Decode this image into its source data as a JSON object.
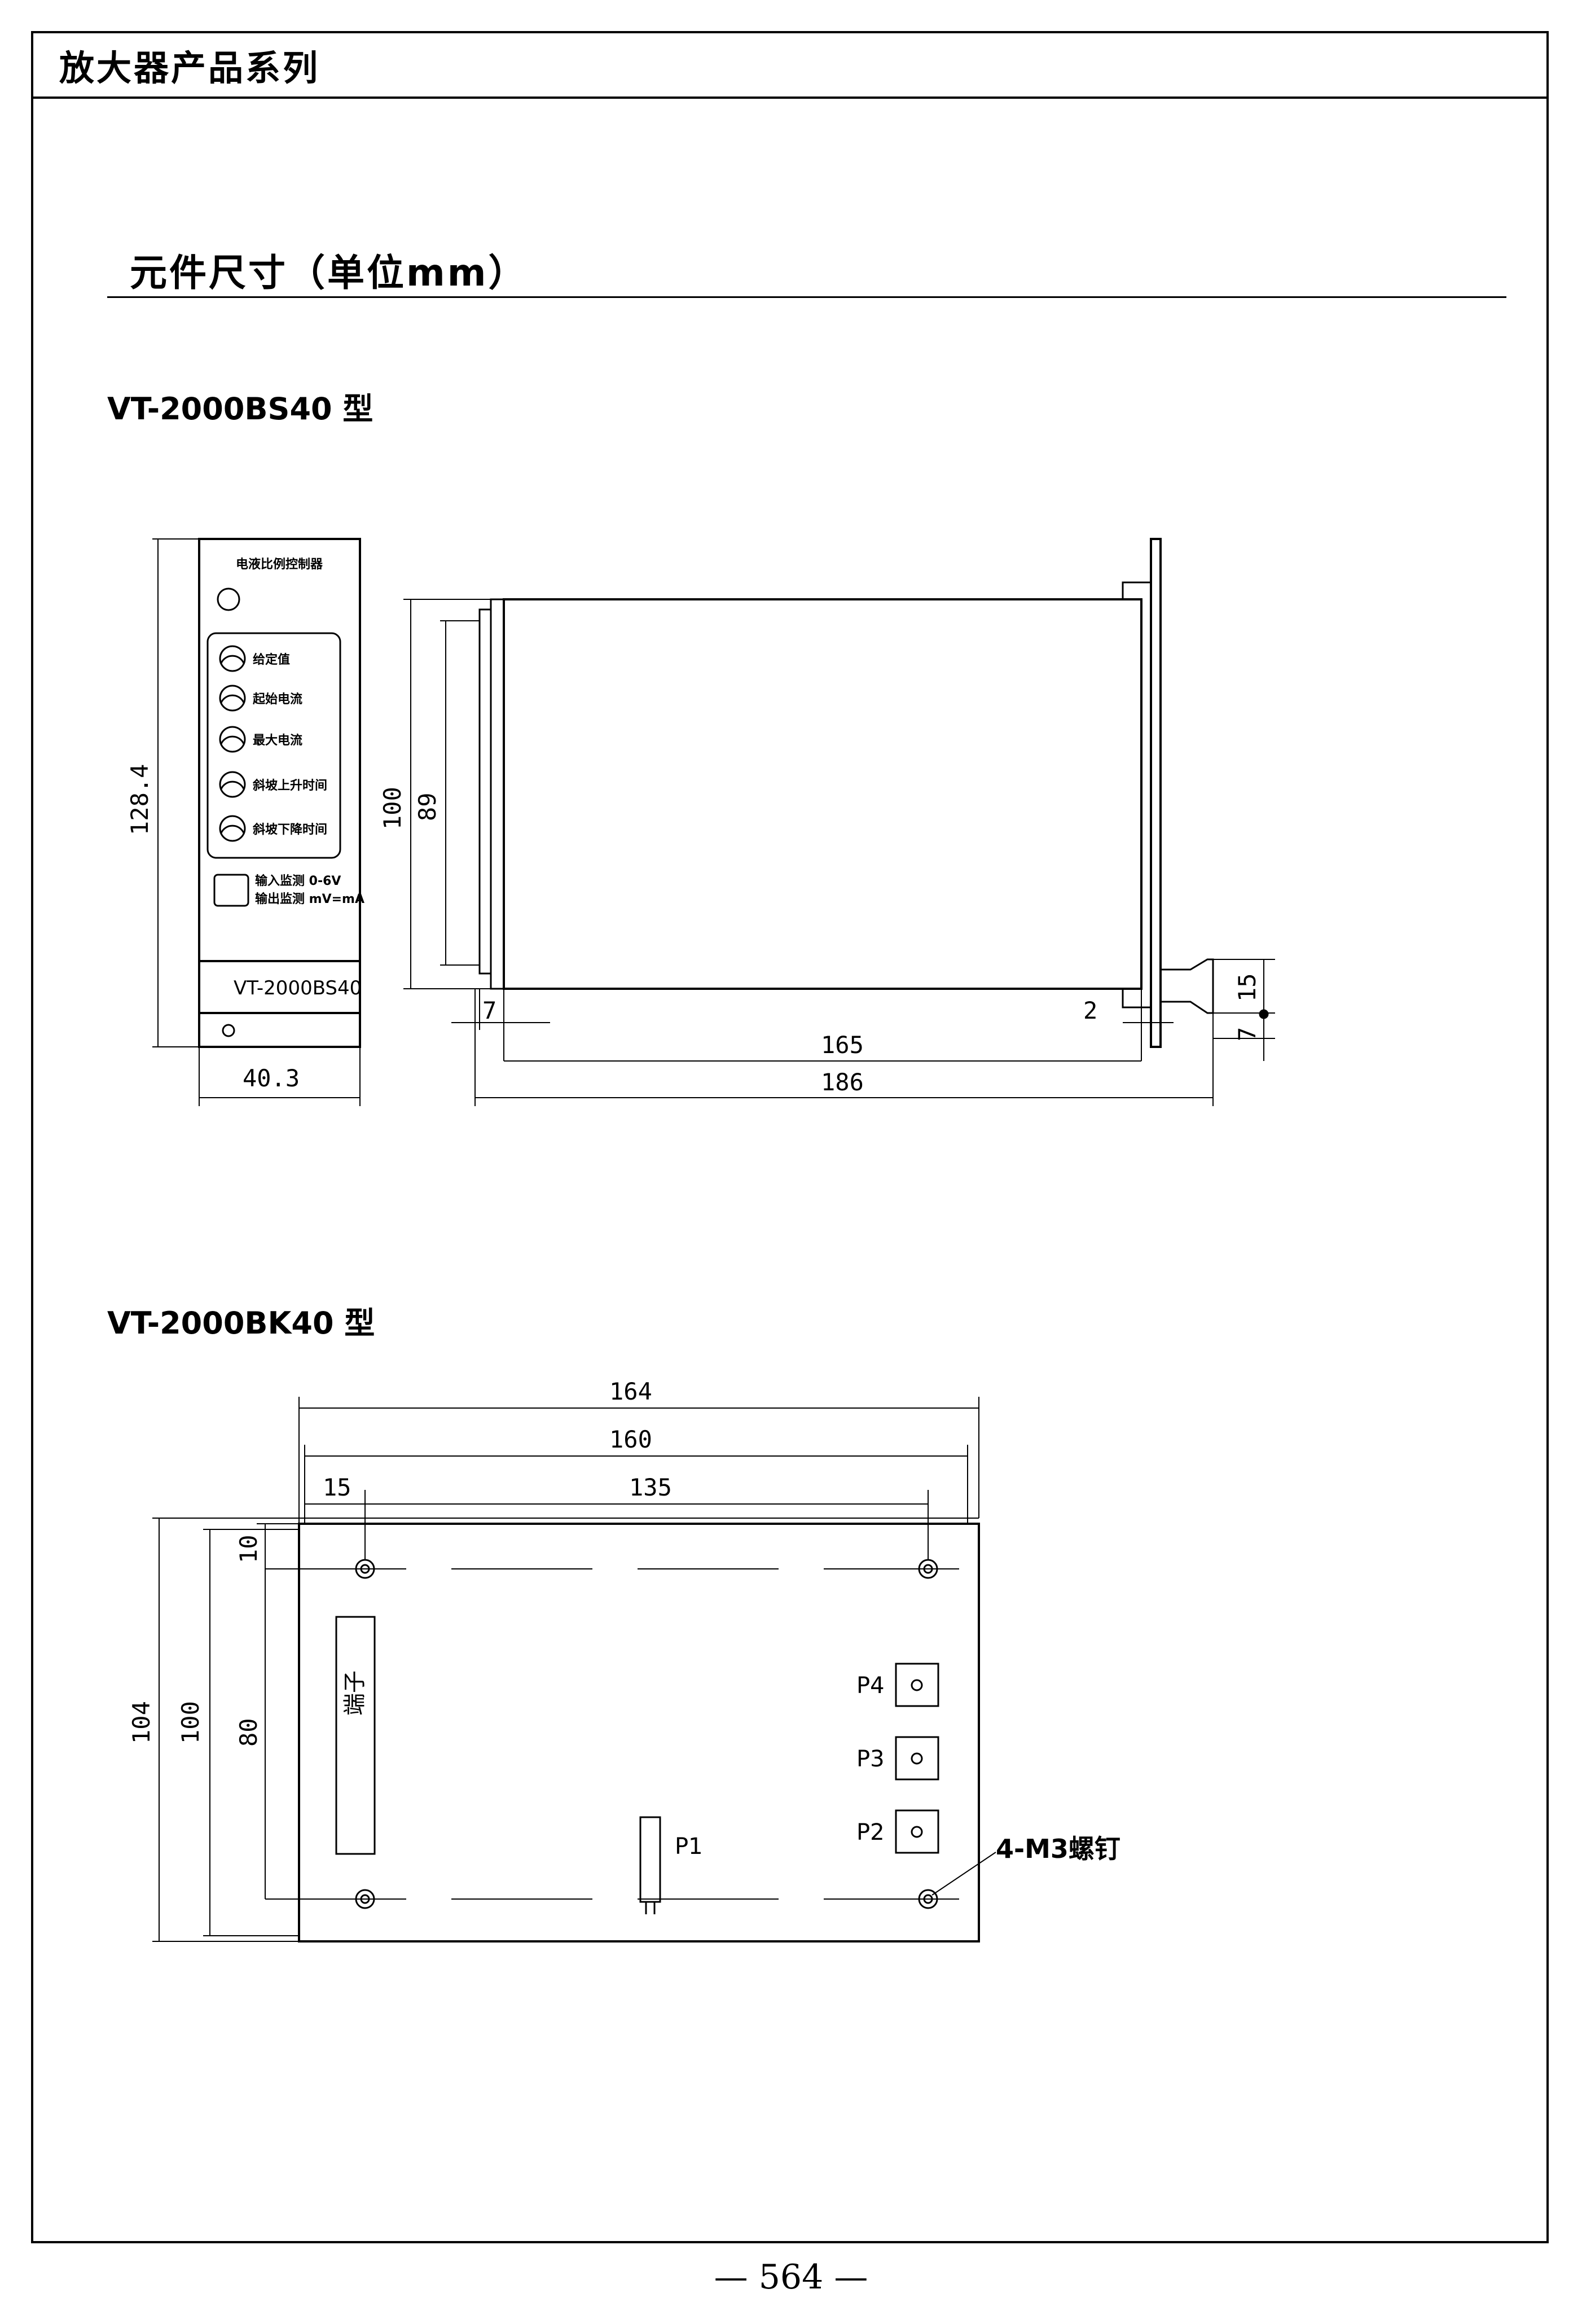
{
  "header": {
    "title": "放大器产品系列"
  },
  "section": {
    "title": "元件尺寸（单位mm）"
  },
  "models": {
    "bs40": {
      "label": "VT-2000BS40 型",
      "panel": {
        "title": "电液比例控制器",
        "knobs": [
          "给定值",
          "起始电流",
          "最大电流",
          "斜坡上升时间",
          "斜坡下降时间"
        ],
        "monitor_in": "输入监测 0-6V",
        "monitor_out": "输出监测 mV=mA",
        "nameplate": "VT-2000BS40"
      },
      "dims": {
        "height": "128.4",
        "width": "40.3",
        "body_h": "100",
        "inner_h": "89",
        "left_offset": "7",
        "length": "165",
        "total": "186",
        "flange": "2",
        "conn_h": "15",
        "conn_off": "7"
      }
    },
    "bk40": {
      "label": "VT-2000BK40 型",
      "dims": {
        "w_total": "164",
        "w_board": "160",
        "hole_off": "15",
        "hole_span": "135",
        "h_total": "104",
        "h_board": "100",
        "hole_top": "10",
        "hole_v": "80"
      },
      "labels": {
        "terminal": "端子",
        "p1": "P1",
        "p2": "P2",
        "p3": "P3",
        "p4": "P4",
        "screw": "4-M3螺钉"
      }
    }
  },
  "page": {
    "number": "— 564 —"
  }
}
